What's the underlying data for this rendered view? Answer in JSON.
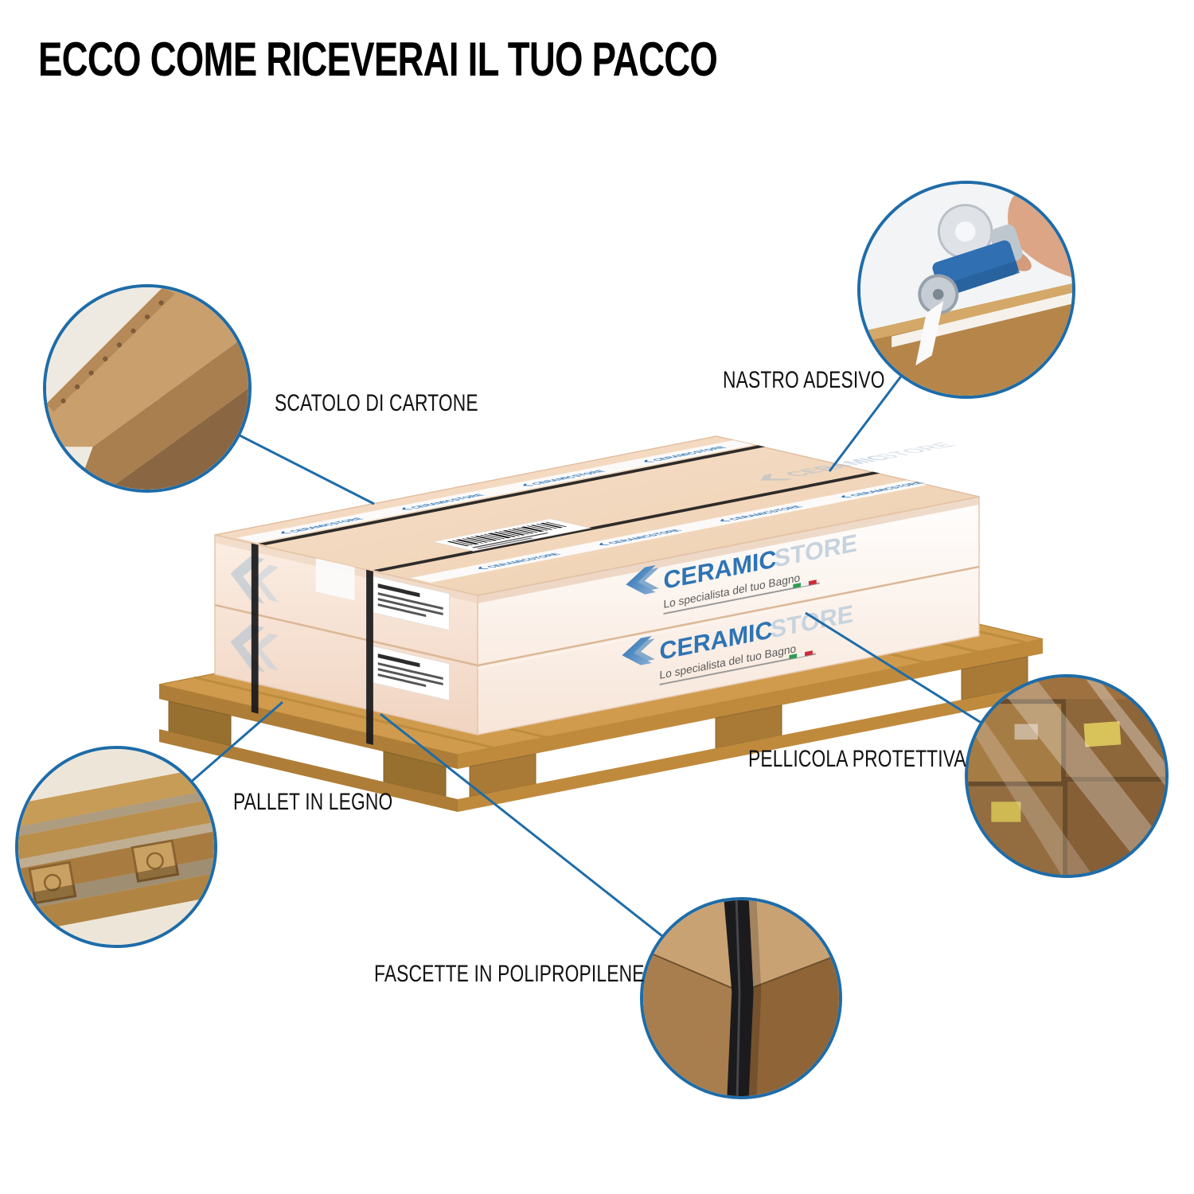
{
  "title": "ECCO COME RICEVERAI IL TUO PACCO",
  "brand": {
    "name_primary": "CERAMIC",
    "name_secondary": "STORE",
    "tagline": "Lo specialista del tuo Bagno",
    "tape_text": "CERAMICSTORE"
  },
  "callouts": {
    "cardboard": {
      "label": "SCATOLO DI CARTONE"
    },
    "tape": {
      "label": "NASTRO ADESIVO"
    },
    "film": {
      "label": "PELLICOLA PROTETTIVA"
    },
    "pallet": {
      "label": "PALLET IN LEGNO"
    },
    "straps": {
      "label": "FASCETTE IN POLIPROPILENE"
    }
  },
  "colors": {
    "accent_blue": "#1E6CA8",
    "brand_blue": "#2E74B5",
    "pallet_wood": "#D09B4D"
  }
}
